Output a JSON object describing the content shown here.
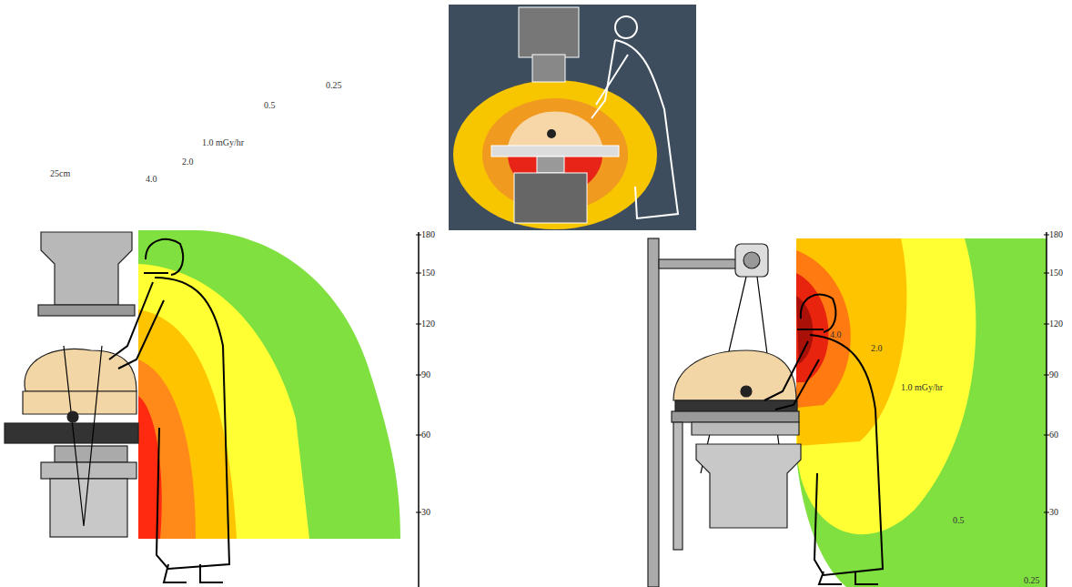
{
  "diagram": {
    "labels": [
      "25cm",
      "4.0",
      "2.0",
      "1.0 mGy/hr",
      "0.5",
      "0.25",
      "180",
      "150",
      "120",
      "90",
      "60",
      "30",
      "4.0",
      "2.0",
      "1.0 mGy/hr",
      "0.5",
      "0.25",
      "180",
      "150",
      "120",
      "90",
      "60",
      "30"
    ]
  }
}
